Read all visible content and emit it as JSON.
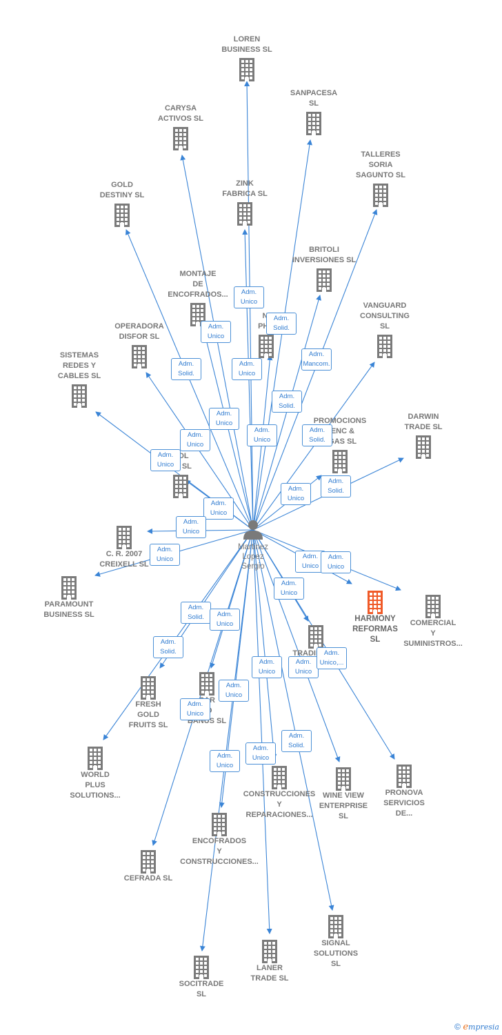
{
  "center": {
    "name": "Martinez\nLopez\nSergio",
    "icon": "person-icon"
  },
  "colors": {
    "edge": "#3a84d6",
    "company": "#7a7a7a",
    "highlight": "#f05a28",
    "badge_text": "#2f7bd0"
  },
  "companies": [
    {
      "id": "loren",
      "name": "LOREN\nBUSINESS  SL"
    },
    {
      "id": "sanpacesa",
      "name": "SANPACESA\nSL"
    },
    {
      "id": "carysa",
      "name": "CARYSA\nACTIVOS  SL"
    },
    {
      "id": "talleres",
      "name": "TALLERES\nSORIA\nSAGUNTO  SL"
    },
    {
      "id": "gold",
      "name": "GOLD\nDESTINY  SL"
    },
    {
      "id": "zink",
      "name": "ZINK\nFABRICA SL"
    },
    {
      "id": "britoli",
      "name": "BRITOLI\nINVERSIONES SL"
    },
    {
      "id": "montaje",
      "name": "MONTAJE\nDE\nENCOFRADOS..."
    },
    {
      "id": "nphoto",
      "name": "NI\nPHO"
    },
    {
      "id": "vanguard",
      "name": "VANGUARD\nCONSULTING\nSL"
    },
    {
      "id": "operadora",
      "name": "OPERADORA\nDISFOR  SL"
    },
    {
      "id": "sistemas",
      "name": "SISTEMAS\nREDES Y\nCABLES  SL"
    },
    {
      "id": "darwin",
      "name": "DARWIN\nTRADE  SL"
    },
    {
      "id": "promocions",
      "name": "PROMOCIONS\nRENC &\nEGAS SL"
    },
    {
      "id": "rol",
      "name": "ROL\nSS  SL"
    },
    {
      "id": "creixell",
      "name": "C. R. 2007\nCREIXELL SL"
    },
    {
      "id": "paramount",
      "name": "PARAMOUNT\nBUSINESS SL"
    },
    {
      "id": "harmony",
      "name": "HARMONY\nREFORMAS\nSL"
    },
    {
      "id": "comercial",
      "name": "COMERCIAL\nY\nSUMINISTROS..."
    },
    {
      "id": "trading",
      "name": "TRADING SL"
    },
    {
      "id": "fresh",
      "name": "FRESH\nGOLD\nFRUITS  SL"
    },
    {
      "id": "banus",
      "name": "CAR\nTO\nBANUS SL"
    },
    {
      "id": "world",
      "name": "WORLD\nPLUS\nSOLUTIONS..."
    },
    {
      "id": "construcciones",
      "name": "CONSTRUCCIONES\nY\nREPARACIONES..."
    },
    {
      "id": "wineview",
      "name": "WINE VIEW\nENTERPRISE\nSL"
    },
    {
      "id": "pronova",
      "name": "PRONOVA\nSERVICIOS\nDE..."
    },
    {
      "id": "encofrados",
      "name": "ENCOFRADOS\nY\nCONSTRUCCIONES..."
    },
    {
      "id": "cefrada",
      "name": "CEFRADA SL"
    },
    {
      "id": "signal",
      "name": "SIGNAL\nSOLUTIONS\nSL"
    },
    {
      "id": "laner",
      "name": "LANER\nTRADE  SL"
    },
    {
      "id": "socitrade",
      "name": "SOCITRADE\nSL"
    }
  ],
  "badges": [
    "Adm.\nUnico",
    "Adm.\nSolid.",
    "Adm.\nUnico",
    "Adm.\nSolid.",
    "Adm.\nUnico",
    "Adm.\nMancom.",
    "Adm.\nSolid.",
    "Adm.\nUnico",
    "Adm.\nUnico",
    "Adm.\nUnico",
    "Adm.\nSolid.",
    "Adm.\nUnico",
    "Adm.\nUnico",
    "Adm.\nSolid.",
    "Adm.\nUnico",
    "Adm.\nUnico",
    "Adm.\nUnico",
    "Adm.\nUnico",
    "Adm.\nUnico",
    "Adm.\nUnico",
    "Adm.\nSolid.",
    "Adm.\nUnico",
    "Adm.\nSolid.",
    "Adm.\nUnico",
    "Adm.\nUnico",
    "Adm.\nUnico,...",
    "Adm.\nUnico",
    "Adm.\nUnico",
    "Adm.\nUnico",
    "Adm.\nSolid.",
    "Adm.\nUnico"
  ],
  "footer": {
    "copyright": "©",
    "brand_first": "e",
    "brand_rest": "mpresia"
  }
}
